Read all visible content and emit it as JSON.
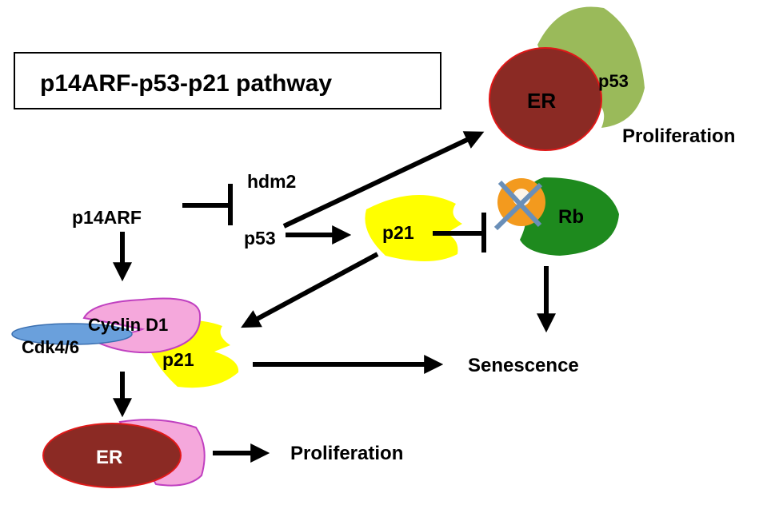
{
  "title": "p14ARF-p53-p21 pathway",
  "nodes": {
    "p14arf": "p14ARF",
    "hdm2": "hdm2",
    "p53": "p53",
    "p21_top": "p21",
    "rb": "Rb",
    "er_top": "ER",
    "p53_complex": "p53",
    "proliferation_top": "Proliferation",
    "senescence": "Senescence",
    "cyclin_d1": "Cyclin D1",
    "cdk46": "Cdk4/6",
    "p21_bottom": "p21",
    "er_bottom": "ER",
    "proliferation_bottom": "Proliferation"
  },
  "colors": {
    "er": "#8b2a24",
    "er_border": "#e01818",
    "p53_shape": "#9aba5a",
    "p21_shape": "#ffff00",
    "rb_shape": "#1e8a1e",
    "phospho": "#f39a1e",
    "cross": "#6a8fb8",
    "cyclin": "#f5a8dc",
    "cyclin_border": "#c040c0",
    "cdk": "#6aa0dc"
  }
}
